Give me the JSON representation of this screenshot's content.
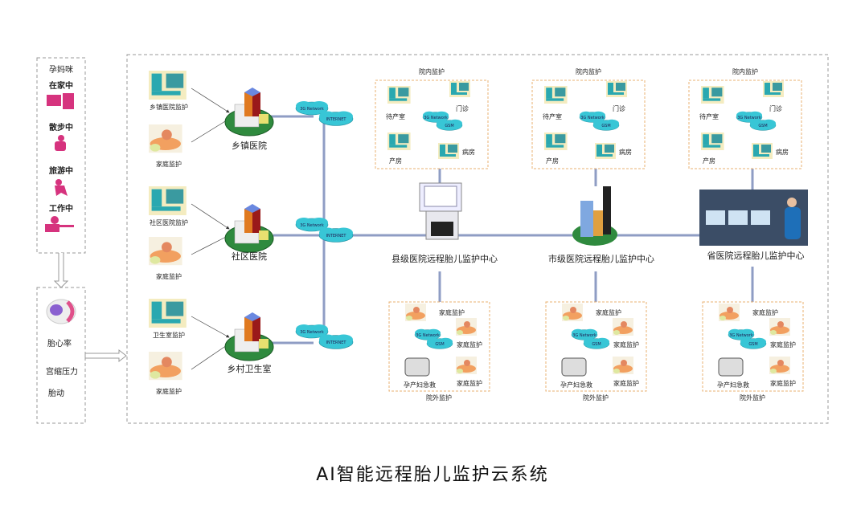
{
  "title": "AI智能远程胎儿监护云系统",
  "colors": {
    "pink": "#d6337e",
    "cloud": "#38c6d6",
    "link": "#8f9dc4",
    "orange_border": "#e8b070",
    "green_base": "#2f8a3e"
  },
  "mother": {
    "heading": "孕妈咪",
    "states": [
      "在家中",
      "散步中",
      "旅游中",
      "工作中"
    ]
  },
  "device": {
    "icon": "fetal-monitor-device-icon",
    "metrics": [
      "胎心率",
      "宫缩压力",
      "胎动"
    ]
  },
  "sites": [
    {
      "name": "乡镇医院",
      "inputs": [
        "乡镇医院监护",
        "家庭监护"
      ]
    },
    {
      "name": "社区医院",
      "inputs": [
        "社区医院监护",
        "家庭监护"
      ]
    },
    {
      "name": "乡村卫生室",
      "inputs": [
        "卫生室监护",
        "家庭监护"
      ]
    }
  ],
  "cloud": {
    "network": "3G Network",
    "internet": "INTERNET",
    "gsm": "GSM"
  },
  "centers": [
    {
      "name": "县级医院远程胎儿监护中心"
    },
    {
      "name": "市级医院远程胎儿监护中心"
    },
    {
      "name": "省医院远程胎儿监护中心"
    }
  ],
  "inpatient": {
    "title": "院内监护",
    "rooms": [
      "待产室",
      "门诊",
      "产房",
      "病房"
    ]
  },
  "outpatient": {
    "title": "院外监护",
    "nodes": [
      "家庭监护",
      "家庭监护",
      "家庭监护",
      "孕产妇急救"
    ]
  }
}
